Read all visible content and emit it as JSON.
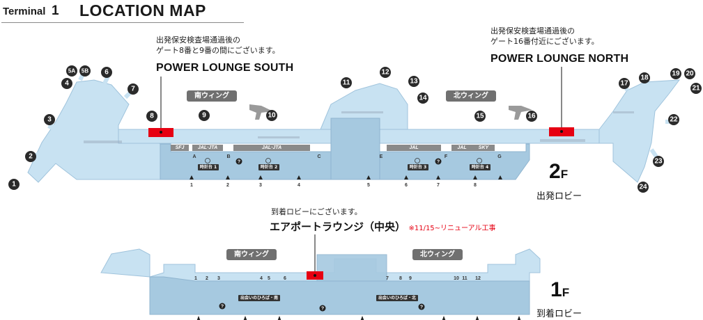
{
  "header": {
    "terminal_label": "Terminal",
    "terminal_number": "1",
    "title": "LOCATION MAP"
  },
  "lounges": {
    "south": {
      "note_line1": "出発保安検査場通過後の",
      "note_line2": "ゲート8番と9番の間にございます。",
      "name": "POWER LOUNGE SOUTH"
    },
    "north": {
      "note_line1": "出発保安検査場通過後の",
      "note_line2": "ゲート16番付近にございます。",
      "name": "POWER LOUNGE NORTH"
    },
    "airport": {
      "note": "到着ロビーにございます。",
      "name": "エアポートラウンジ（中央）",
      "notice": "※11/15~リニューアル工事"
    }
  },
  "floors": {
    "f2": {
      "number": "2",
      "suffix": "F",
      "label": "出発ロビー"
    },
    "f1": {
      "number": "1",
      "suffix": "F",
      "label": "到着ロビー"
    }
  },
  "wings_2f": {
    "south": "南ウィング",
    "north": "北ウィング"
  },
  "wings_1f": {
    "south": "南ウィング",
    "north": "北ウィング"
  },
  "gates": [
    "1",
    "2",
    "3",
    "4",
    "5A",
    "5B",
    "6",
    "7",
    "8",
    "9",
    "10",
    "11",
    "12",
    "13",
    "14",
    "15",
    "16",
    "17",
    "18",
    "19",
    "20",
    "21",
    "22",
    "23",
    "24"
  ],
  "counters_2f": [
    {
      "label": "SFJ",
      "letter": "A"
    },
    {
      "label": "JAL·JTA",
      "letter": "B"
    },
    {
      "label": "JAL·JTA",
      "letter": "C"
    },
    {
      "label": "JAL",
      "letter": "E"
    },
    {
      "label": "JAL",
      "letter": "F"
    },
    {
      "label": "SKY",
      "letter": "G"
    }
  ],
  "clocks_2f": [
    "時計台 1",
    "時計台 2",
    "時計台 3",
    "時計台 4"
  ],
  "entrances_2f": [
    "1",
    "2",
    "3",
    "4",
    "5",
    "6",
    "7",
    "8"
  ],
  "entrances_1f": [
    "1",
    "2",
    "3",
    "4",
    "5",
    "6",
    "7",
    "8",
    "9",
    "10",
    "11",
    "12"
  ],
  "exits_1f": [
    "出会いのひろば・南",
    "出会いのひろば・北"
  ],
  "colors": {
    "floor_fill": "#c8e2f2",
    "hall_fill": "#a6c9e0",
    "lounge_red": "#e60012",
    "badge_gray": "#707070",
    "notice_red": "#e60012"
  }
}
